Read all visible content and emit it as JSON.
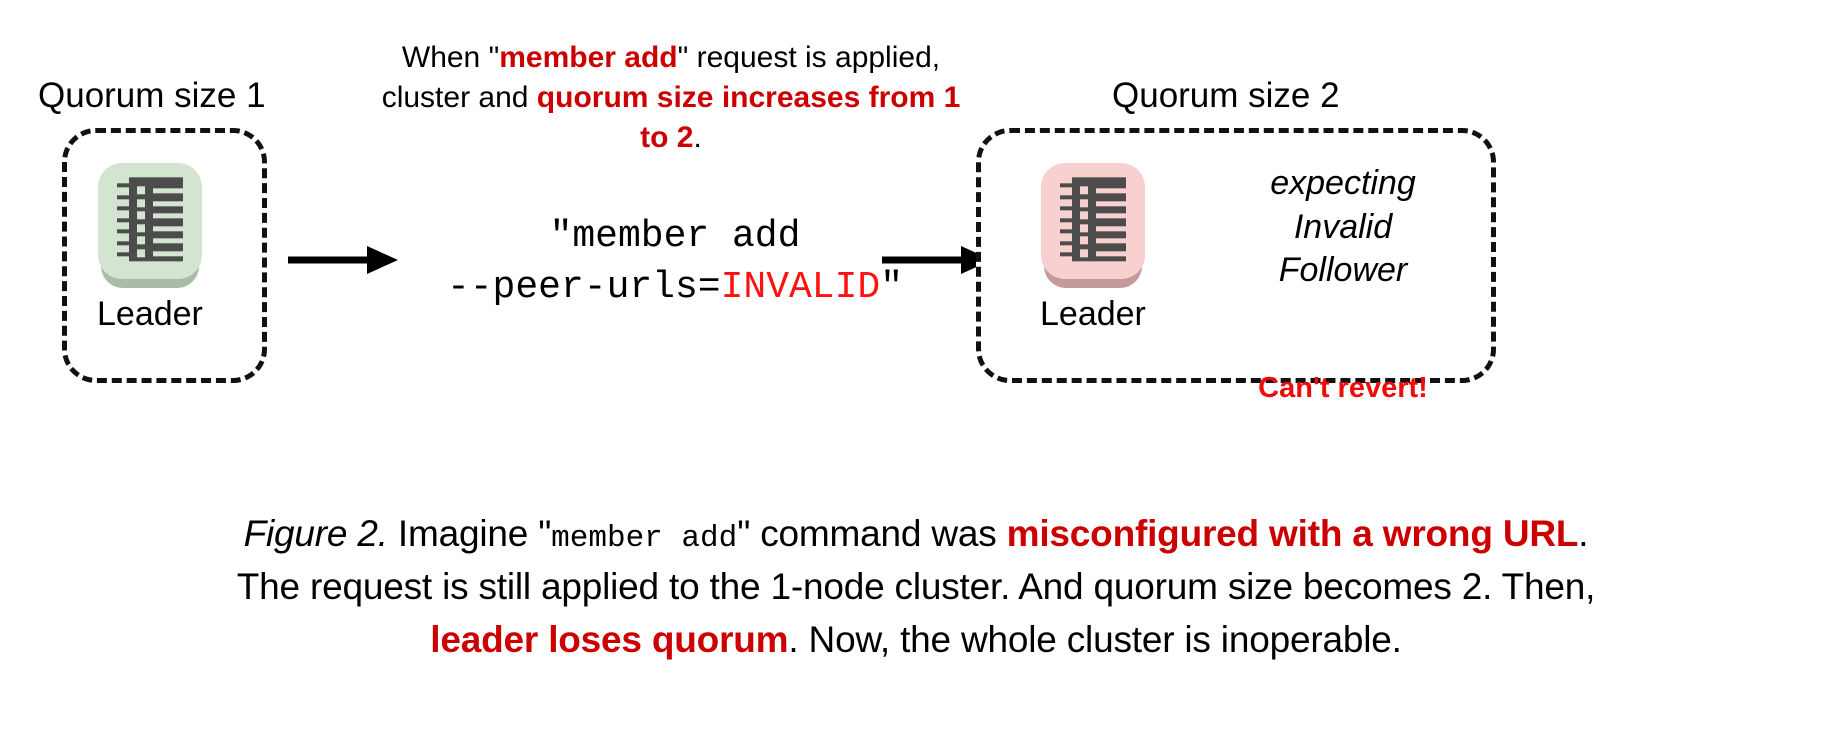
{
  "figure": {
    "left_cluster": {
      "title": "Quorum size 1",
      "node_label": "Leader",
      "icon": "server-icon",
      "tile_color": "#d3e4d0",
      "tile_shadow_color": "#a9bca6",
      "glyph_color": "#4c4c4c"
    },
    "right_cluster": {
      "title": "Quorum size 2",
      "node_label": "Leader",
      "icon": "server-icon",
      "tile_color": "#f8d0d0",
      "tile_shadow_color": "#c49a9a",
      "glyph_color": "#4c4c4c",
      "expecting_lines": [
        "expecting",
        "Invalid",
        "Follower"
      ],
      "warning": "Can't revert!"
    },
    "top_annotation": {
      "part1": "When \"",
      "emphasis1": "member add",
      "part2": "\" request is applied, cluster and ",
      "emphasis2": "quorum size increases from 1 to 2",
      "part3": "."
    },
    "command": {
      "line1": "\"member add",
      "line2_prefix": "--peer-urls=",
      "line2_invalid": "INVALID",
      "line2_suffix": "\""
    },
    "arrows": {
      "left": "arrow-right-icon",
      "right": "arrow-right-icon"
    },
    "caption": {
      "label": "Figure 2.",
      "line1_a": " Imagine \"",
      "line1_mono": "member add",
      "line1_b": "\" command was ",
      "line1_hl": "misconfigured with a wrong URL",
      "line1_c": ".",
      "line2": "The request is still applied to the 1-node cluster. And quorum size becomes 2. Then,",
      "line3_hl": "leader loses quorum",
      "line3_b": ". Now, the whole cluster is inoperable."
    },
    "colors": {
      "accent_red": "#cc0000",
      "bright_red": "#ee0b0b",
      "invalid_red": "#ff1111",
      "background": "#ffffff",
      "outline": "#111111"
    }
  }
}
